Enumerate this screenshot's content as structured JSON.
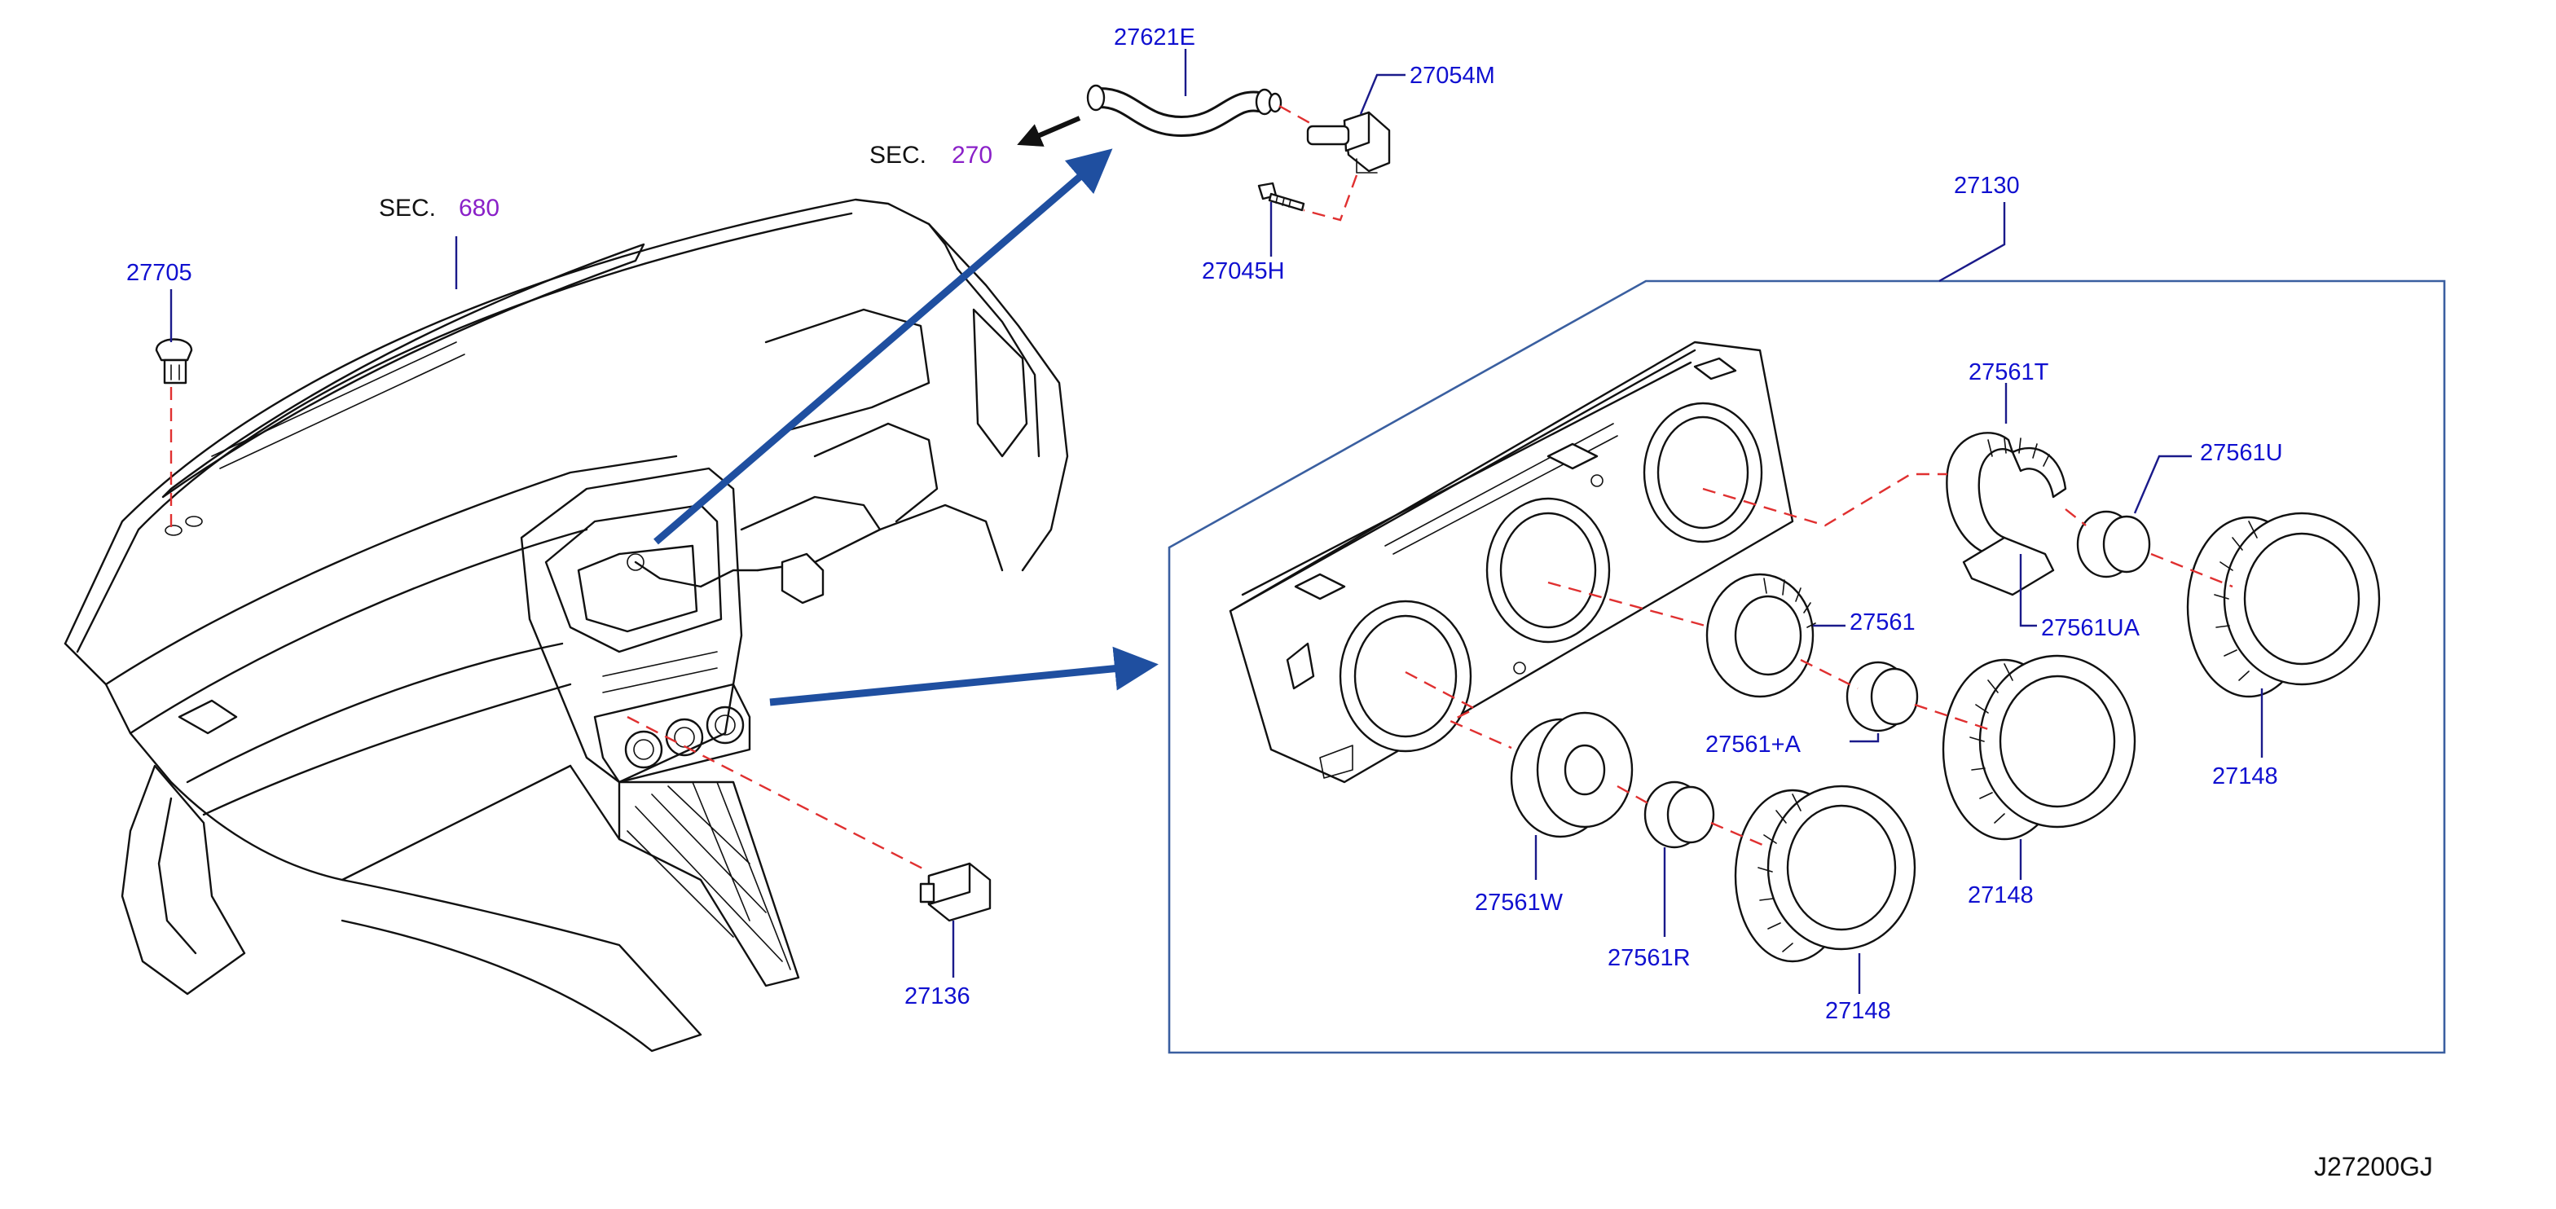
{
  "colors": {
    "label": "#1010d0",
    "section_ref": "#8a20c8",
    "section_prefix": "#111111",
    "leader": "#1a1a8a",
    "dash": "#e03030",
    "arrow": "#1f4fa0",
    "box": "#3a5fa0",
    "outline": "#111111"
  },
  "sections": {
    "sec270": {
      "prefix": "SEC.",
      "ref": "270"
    },
    "sec680": {
      "prefix": "SEC.",
      "ref": "680"
    }
  },
  "parts": {
    "p27621E": "27621E",
    "p27054M": "27054M",
    "p27045H": "27045H",
    "p27705": "27705",
    "p27130": "27130",
    "p27561T": "27561T",
    "p27561U": "27561U",
    "p27561": "27561",
    "p27561UA": "27561UA",
    "p27561A": "27561+A",
    "p27148a": "27148",
    "p27148b": "27148",
    "p27148c": "27148",
    "p27561W": "27561W",
    "p27561R": "27561R",
    "p27136": "27136"
  },
  "diagram_code": "J27200GJ"
}
